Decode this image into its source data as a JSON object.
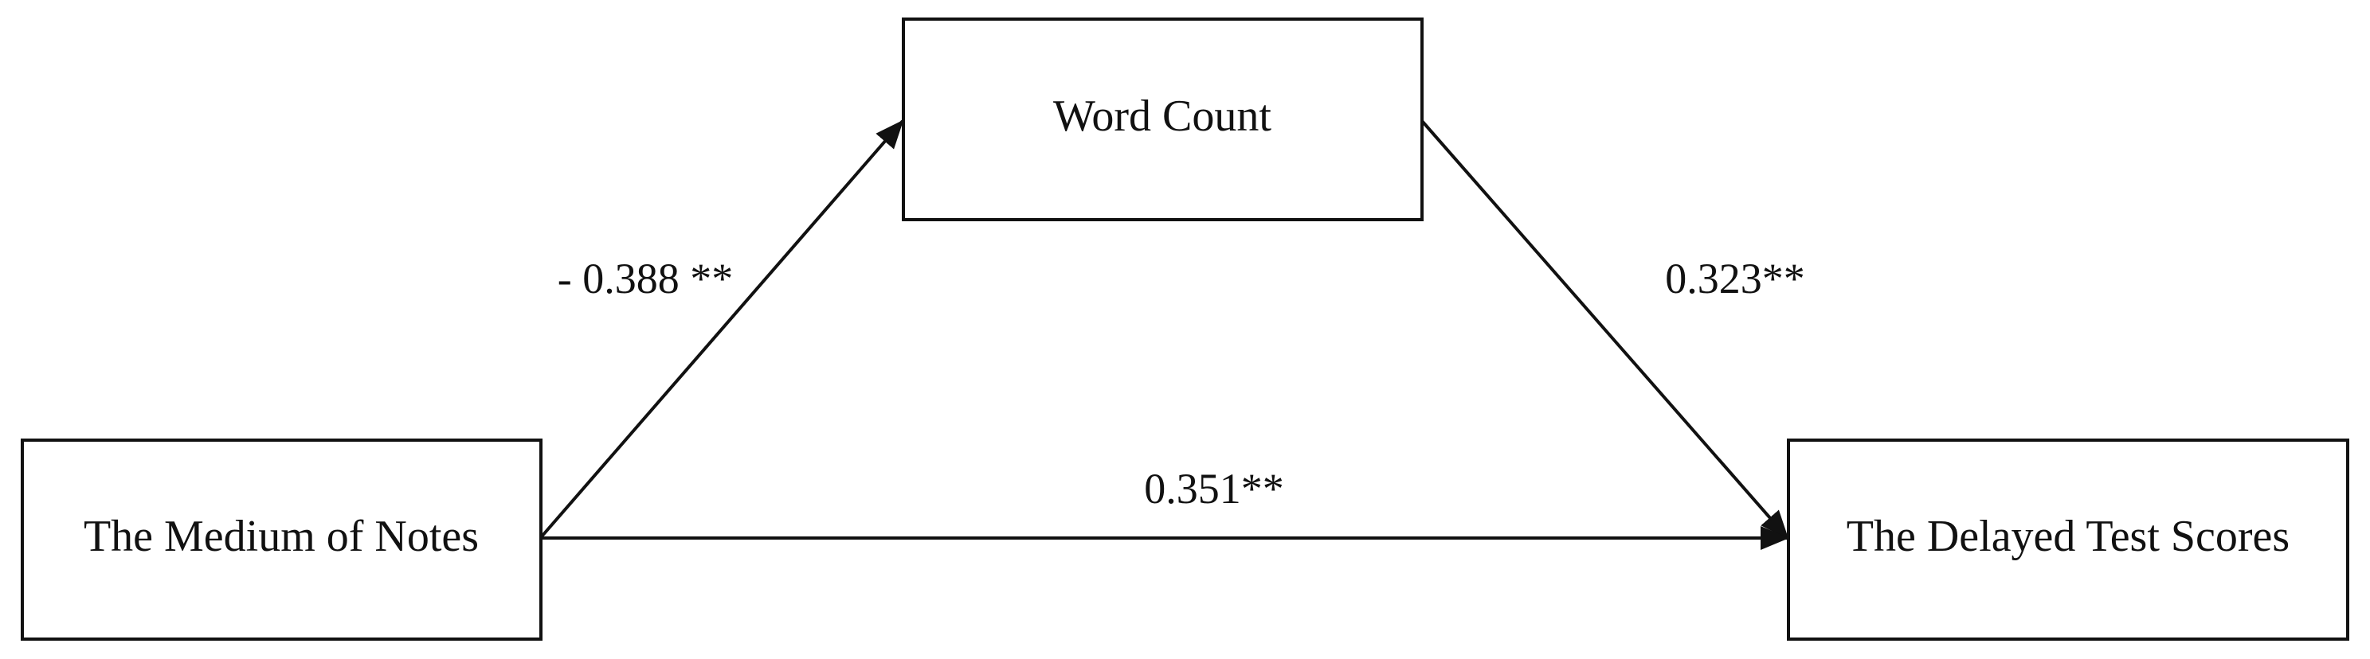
{
  "nodes": {
    "predictor": {
      "label": "The Medium of Notes"
    },
    "mediator": {
      "label": "Word Count"
    },
    "outcome": {
      "label": "The Delayed Test Scores"
    }
  },
  "paths": {
    "a_path": {
      "coefficient": "- 0.388 **"
    },
    "b_path": {
      "coefficient": "0.323**"
    },
    "c_path": {
      "coefficient": "0.351**"
    }
  },
  "colors": {
    "stroke": "#111111",
    "background": "#ffffff"
  }
}
